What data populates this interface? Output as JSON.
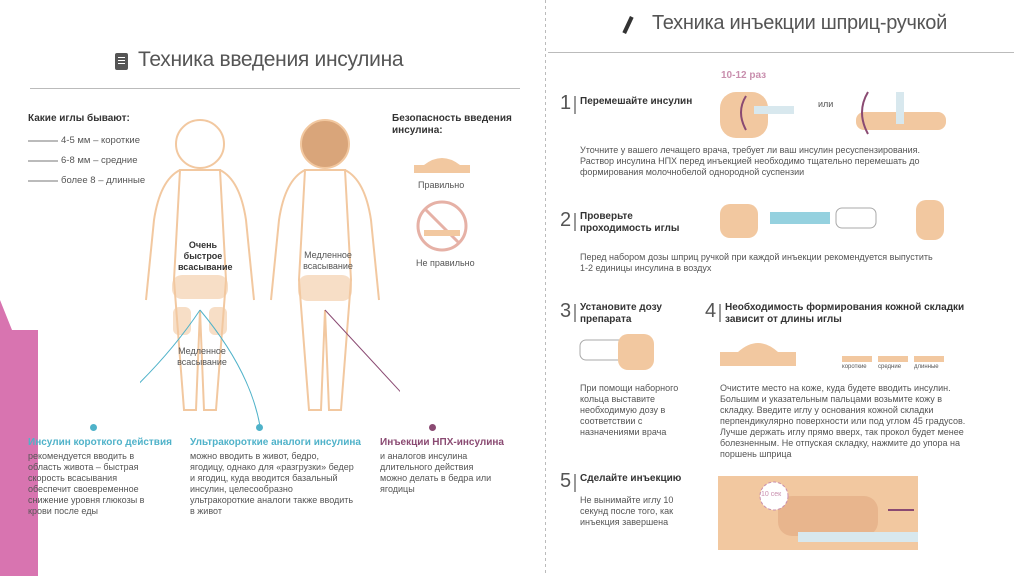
{
  "left": {
    "title": "Техника введения инсулина",
    "needles_heading": "Какие иглы бывают:",
    "needles": [
      "4-5 мм – короткие",
      "6-8 мм – средние",
      "более 8 – длинные"
    ],
    "zone_fast": "Очень быстрое всасывание",
    "zone_slow_front": "Медленное всасывание",
    "zone_slow_back": "Медленное всасывание",
    "safety_heading": "Безопасность введения инсулина:",
    "safety_right": "Правильно",
    "safety_wrong": "Не правильно",
    "col1_title": "Инсулин короткого действия",
    "col1_text": "рекомендуется вводить в область живота – быстрая скорость всасывания обеспечит своевременное снижение уровня глюкозы в крови после еды",
    "col2_title": "Ультракороткие аналоги инсулина",
    "col2_text": "можно вводить в живот, бедро, ягодицу, однако для «разгрузки» бедер и ягодиц, куда вводится базальный инсулин, целесообразно ультракороткие аналоги также вводить в живот",
    "col3_title": "Инъекции НПХ-инсулина",
    "col3_text": "и аналогов инсулина длительного действия можно делать в бедра или ягодицы",
    "colors": {
      "blue": "#4fb2c9",
      "purple": "#8a4a72",
      "skin": "#f2c8a0"
    }
  },
  "right": {
    "title": "Техника инъекции шприц-ручкой",
    "step1_num": "1",
    "step1_title": "Перемешайте инсулин",
    "step1_count": "10-12 раз",
    "step1_or": "или",
    "step1_text": "Уточните у вашего лечащего врача, требует ли ваш инсулин ресуспензирования. Раствор инсулина НПХ перед инъекцией необходимо тщательно перемешать до формирования молочнобелой однородной суспензии",
    "step2_num": "2",
    "step2_title": "Проверьте проходимость иглы",
    "step2_text": "Перед набором дозы шприц ручкой при каждой инъекции рекомендуется выпустить 1-2 единицы инсулина в воздух",
    "step3_num": "3",
    "step3_title": "Установите дозу препарата",
    "step3_text": "При помощи наборного кольца выставите необходимую дозу в соответствии с назначениями врача",
    "step4_num": "4",
    "step4_title": "Необходимость формирования кожной складки зависит от длины иглы",
    "step4_labels": [
      "короткие",
      "средние",
      "длинные"
    ],
    "step4_text": "Очистите место на коже, куда будете вводить инсулин. Большим и указательным пальцами возьмите кожу в складку. Введите иглу у основания кожной складки перпендикулярно поверхности или под углом 45 градусов. Лучше держать иглу прямо вверх, так прокол будет менее болезненным. Не отпуская складку, нажмите до упора на поршень шприца",
    "step5_num": "5",
    "step5_title": "Сделайте инъекцию",
    "step5_text": "Не вынимайте иглу 10 секунд после того, как инъекция завершена",
    "step5_timer": "10 сек"
  }
}
